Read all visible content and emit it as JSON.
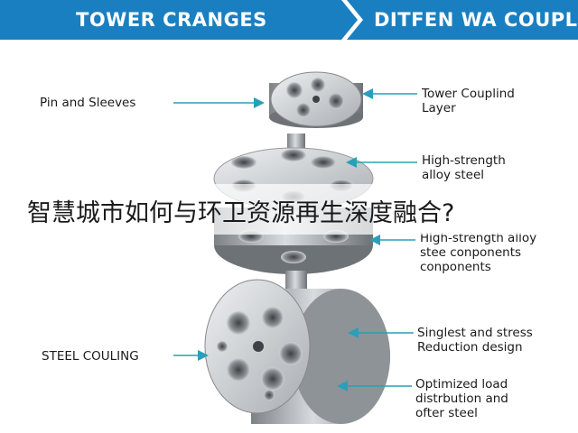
{
  "banners": {
    "left_title": "TOWER CRANGES",
    "right_title": "DITFEN WA COUPLIN"
  },
  "labels": {
    "pin_and_sleeves": "Pin and Sleeves",
    "tower_coupling_layer": [
      "Tower Couplind",
      "Layer"
    ],
    "high_strength_alloy": [
      "High-strength",
      "alloy steel"
    ],
    "high_strength_components": [
      "High-strength alloy",
      "stee conponents",
      "conponents"
    ],
    "steel_couling": "STEEL COULING",
    "singlest_stress": [
      "Singlest and stress",
      "Reduction design"
    ],
    "optimized_load": [
      "Optimized load",
      "distrbution and",
      "ofter steel"
    ]
  },
  "overlay_caption": "智慧城市如何与环卫资源再生深度融合?",
  "colors": {
    "banner_blue": "#1a7fc0",
    "arrow_teal": "#2a9fb8",
    "steel_light": "#d9dcdf",
    "steel_dark": "#7d8287"
  }
}
